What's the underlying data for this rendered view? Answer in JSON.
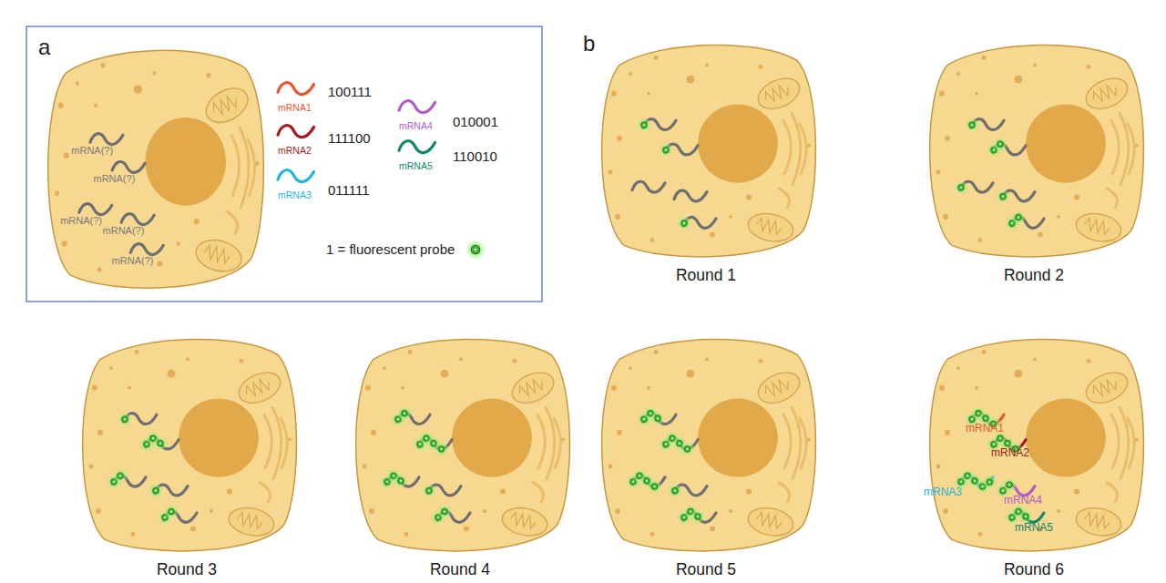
{
  "diagram": {
    "nodes": [
      {
        "text": [
          "a",
          "mRNA1",
          "100111",
          "mRNA2",
          "111100",
          "mRNA3",
          "011111",
          "mRNA4",
          "010001",
          "mRNA5",
          "110010",
          "1 = fluorescent probe"
        ]
      },
      {
        "text": [
          "mRNA(?)",
          "mRNA(?)",
          "mRNA(?)",
          "mRNA(?)",
          "mRNA(?)"
        ],
        "in": 0
      },
      {
        "text": [
          "Round 1"
        ]
      },
      {
        "text": [
          "Round 2"
        ]
      },
      {
        "text": [
          "Round 3"
        ]
      },
      {
        "text": [
          "Round 4"
        ]
      },
      {
        "text": [
          "Round 5"
        ]
      },
      {
        "text": [
          "Round 6",
          "mRNA1",
          "mRNA2",
          "mRNA3",
          "mRNA4",
          "mRNA5"
        ]
      }
    ],
    "labels": [
      "b"
    ]
  }
}
